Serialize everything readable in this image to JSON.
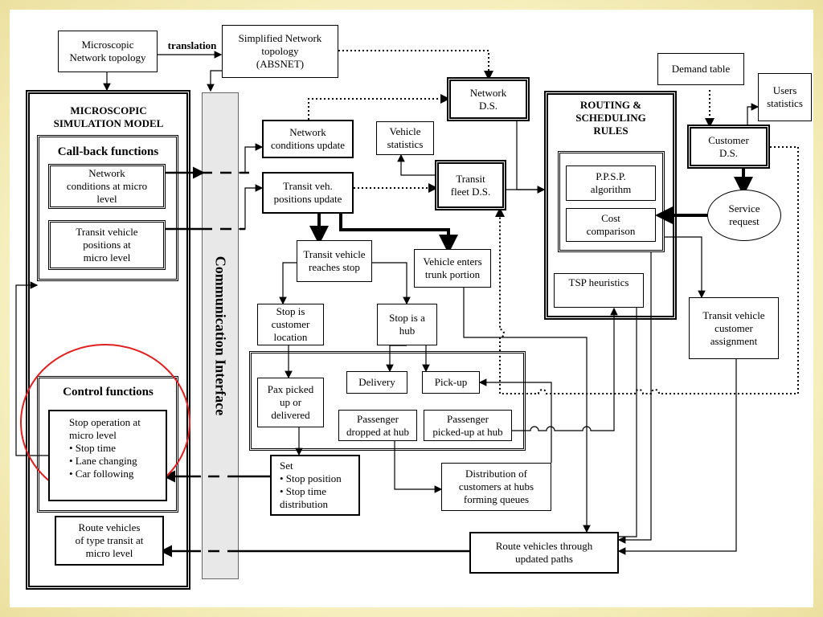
{
  "translation_label": "translation",
  "communication_label": "Communication Interface",
  "highlight_color": "#e02020",
  "nodes": {
    "micro_topology": "Microscopic\nNetwork topology",
    "simplified_topology": "Simplified Network\ntopology\n(ABSNET)",
    "micro_sim_model": "MICROSCOPIC\nSIMULATION MODEL",
    "callback_functions": "Call-back functions",
    "network_conditions_micro": "Network\nconditions at micro\nlevel",
    "transit_positions_micro": "Transit vehicle\npositions at\nmicro level",
    "control_functions": "Control functions",
    "stop_operation": "Stop operation at\nmicro level\n• Stop time\n• Lane changing\n• Car following",
    "route_vehicles_micro": "Route vehicles\nof type transit at\nmicro level",
    "network_conditions_update": "Network\nconditions update",
    "transit_positions_update": "Transit veh.\npositions update",
    "network_ds": "Network\nD.S.",
    "vehicle_statistics": "Vehicle\nstatistics",
    "transit_fleet_ds": "Transit\nfleet D.S.",
    "transit_reaches_stop": "Transit vehicle\nreaches stop",
    "vehicle_enters_trunk": "Vehicle enters\ntrunk portion",
    "stop_customer_location": "Stop is\ncustomer\nlocation",
    "stop_is_hub": "Stop is a\nhub",
    "pax_picked": "Pax picked\nup or\ndelivered",
    "delivery": "Delivery",
    "pick_up": "Pick-up",
    "passenger_dropped": "Passenger\ndropped at hub",
    "passenger_picked": "Passenger\npicked-up at hub",
    "set_list": "Set\n• Stop position\n• Stop time\n  distribution",
    "distribution_customers": "Distribution of\ncustomers at hubs\nforming queues",
    "route_vehicles_updated": "Route vehicles through\nupdated paths",
    "routing_rules": "ROUTING &\nSCHEDULING\nRULES",
    "ppsp_algorithm": "P.P.S.P.\nalgorithm",
    "cost_comparison": "Cost\ncomparison",
    "tsp_heuristics": "TSP heuristics",
    "demand_table": "Demand table",
    "users_statistics": "Users\nstatistics",
    "customer_ds": "Customer\nD.S.",
    "service_request": "Service\nrequest",
    "transit_assignment": "Transit vehicle\ncustomer\nassignment"
  }
}
